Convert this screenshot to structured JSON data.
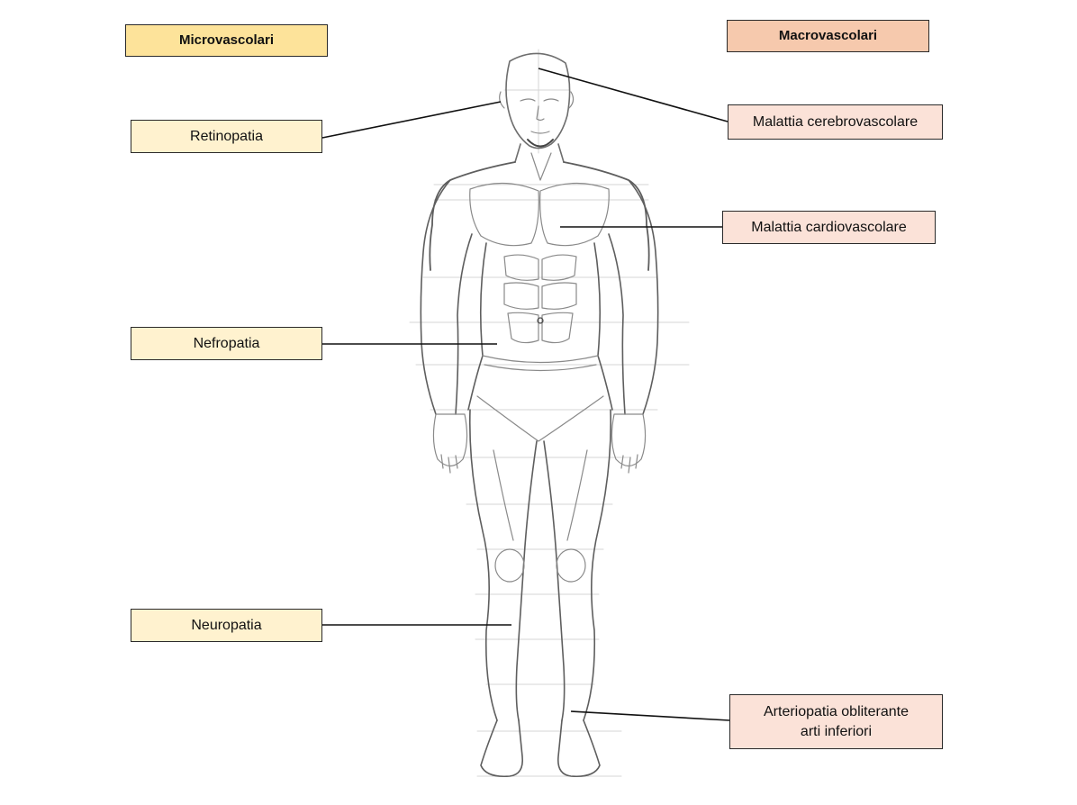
{
  "headers": {
    "micro": "Microvascolari",
    "macro": "Macrovascolari"
  },
  "micro_labels": {
    "retinopatia": "Retinopatia",
    "nefropatia": "Nefropatia",
    "neuropatia": "Neuropatia"
  },
  "macro_labels": {
    "cerebro": "Malattia cerebrovascolare",
    "cardio": "Malattia cardiovascolare",
    "arterio_line1": "Arteriopatia obliterante",
    "arterio_line2": "arti inferiori"
  },
  "colors": {
    "micro_header": "#fde39a",
    "micro_box": "#fff2cf",
    "macro_header": "#f6c9ad",
    "macro_box": "#fbe2d8",
    "leader_line": "#111111",
    "sketch": "#7a7a7a"
  }
}
